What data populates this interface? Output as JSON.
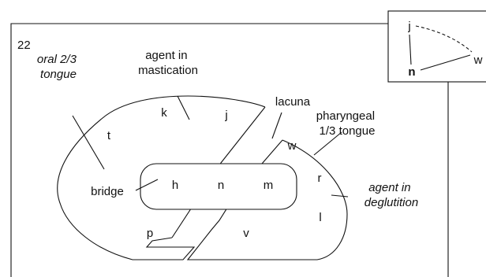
{
  "figure": {
    "number": "22",
    "labels": {
      "oral_tongue": [
        "oral 2/3",
        "tongue"
      ],
      "agent_mastication": [
        "agent in",
        "mastication"
      ],
      "lacuna": "lacuna",
      "pharyngeal_tongue": [
        "pharyngeal",
        "1/3 tongue"
      ],
      "bridge": "bridge",
      "agent_deglutition": [
        "agent in",
        "deglutition"
      ]
    },
    "symbols": {
      "t": "t",
      "k": "k",
      "j": "j",
      "w": "w",
      "h": "h",
      "n": "n",
      "m": "m",
      "r": "r",
      "p": "p",
      "v": "v",
      "l": "l"
    }
  },
  "inset": {
    "top": "j",
    "right": "w",
    "bottom": "n"
  }
}
